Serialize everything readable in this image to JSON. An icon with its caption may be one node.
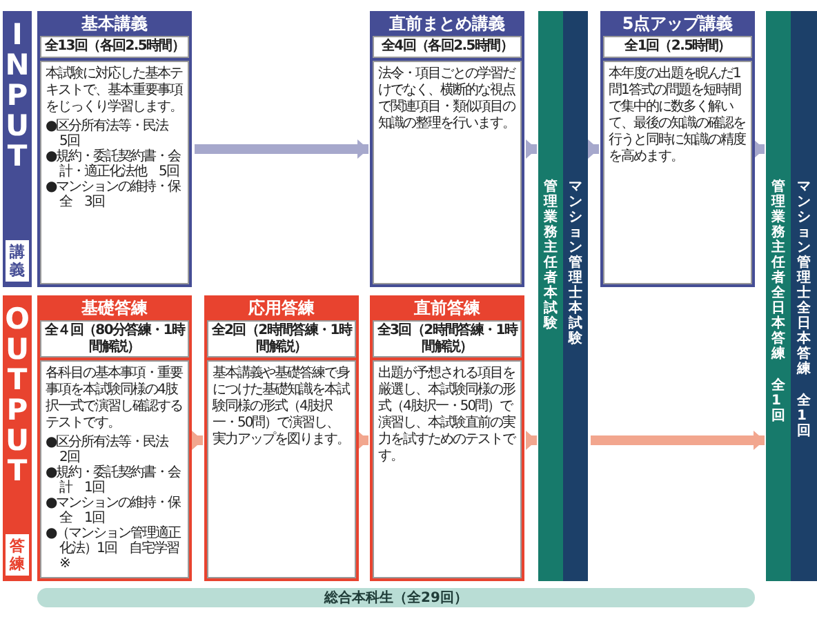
{
  "diagram": {
    "nodes": [
      {
        "text": [
          "INPUT",
          "講義"
        ]
      },
      {
        "text": [
          "基本講義",
          "全13回（各回2.5時間）",
          "本試験に対応した基本テキストで、基本重要事項をじっくり学習します。",
          "●区分所有法等・民法　5回",
          "●規約・委託契約書・会計・適正化法他　5回",
          "●マンションの維持・保全　3回"
        ]
      },
      {
        "text": [
          "直前まとめ講義",
          "全4回（各回2.5時間）",
          "法令・項目ごとの学習だけでなく、横断的な視点で関連項目・類似項目の知識の整理を行います。"
        ]
      },
      {
        "text": [
          "管理業務主任者本試験"
        ]
      },
      {
        "text": [
          "マンション管理士本試験"
        ]
      },
      {
        "text": [
          "5点アップ講義",
          "全1回（2.5時間）",
          "本年度の出題を睨んだ1問1答式の問題を短時間で集中的に数多く解いて、最後の知識の確認を行うと同時に知識の精度を高めます。"
        ]
      },
      {
        "text": [
          "管理業務主任者全日本答練",
          "全1回"
        ]
      },
      {
        "text": [
          "マンション管理士全日本答練",
          "全1回"
        ]
      },
      {
        "text": [
          "OUTPUT",
          "答練"
        ]
      },
      {
        "text": [
          "基礎答練",
          "全４回（80分答練・1時間解説）",
          "各科目の基本事項・重要事項を本試験同様の4肢択一式で演習し確認するテストです。",
          "●区分所有法等・民法　2回",
          "●規約・委託契約書・会計　1回",
          "●マンションの維持・保全　1回",
          "●（マンション管理適正化法）1回　自宅学習※"
        ]
      },
      {
        "text": [
          "応用答練",
          "全2回（2時間答練・1時間解説）",
          "基本講義や基礎答練で身につけた基礎知識を本試験同様の形式（4肢択一・50問）で演習し、実力アップを図ります。"
        ]
      },
      {
        "text": [
          "直前答練",
          "全3回（2時間答練・1時間解説）",
          "出題が予想される項目を厳選し、本試験同様の形式（4肢択一・50問）で演習し、本試験直前の実力を試すためのテストです。"
        ]
      },
      {
        "text": [
          "総合本科生（全29回）"
        ]
      }
    ],
    "edges": [
      {
        "from": 1,
        "to": 2,
        "arrow": "to"
      },
      {
        "from": 2,
        "to": 3,
        "arrow": "to"
      },
      {
        "from": 4,
        "to": 5,
        "arrow": "to"
      },
      {
        "from": 5,
        "to": 6,
        "arrow": "to"
      },
      {
        "from": 9,
        "to": 10,
        "arrow": "to",
        "color": "#f2a68e"
      },
      {
        "from": 10,
        "to": 11,
        "arrow": "to",
        "color": "#f2a68e"
      },
      {
        "from": 11,
        "to": 3,
        "arrow": "to",
        "color": "#f2a68e"
      },
      {
        "from": 4,
        "to": 6,
        "arrow": "to",
        "color": "#f2a68e"
      }
    ]
  }
}
